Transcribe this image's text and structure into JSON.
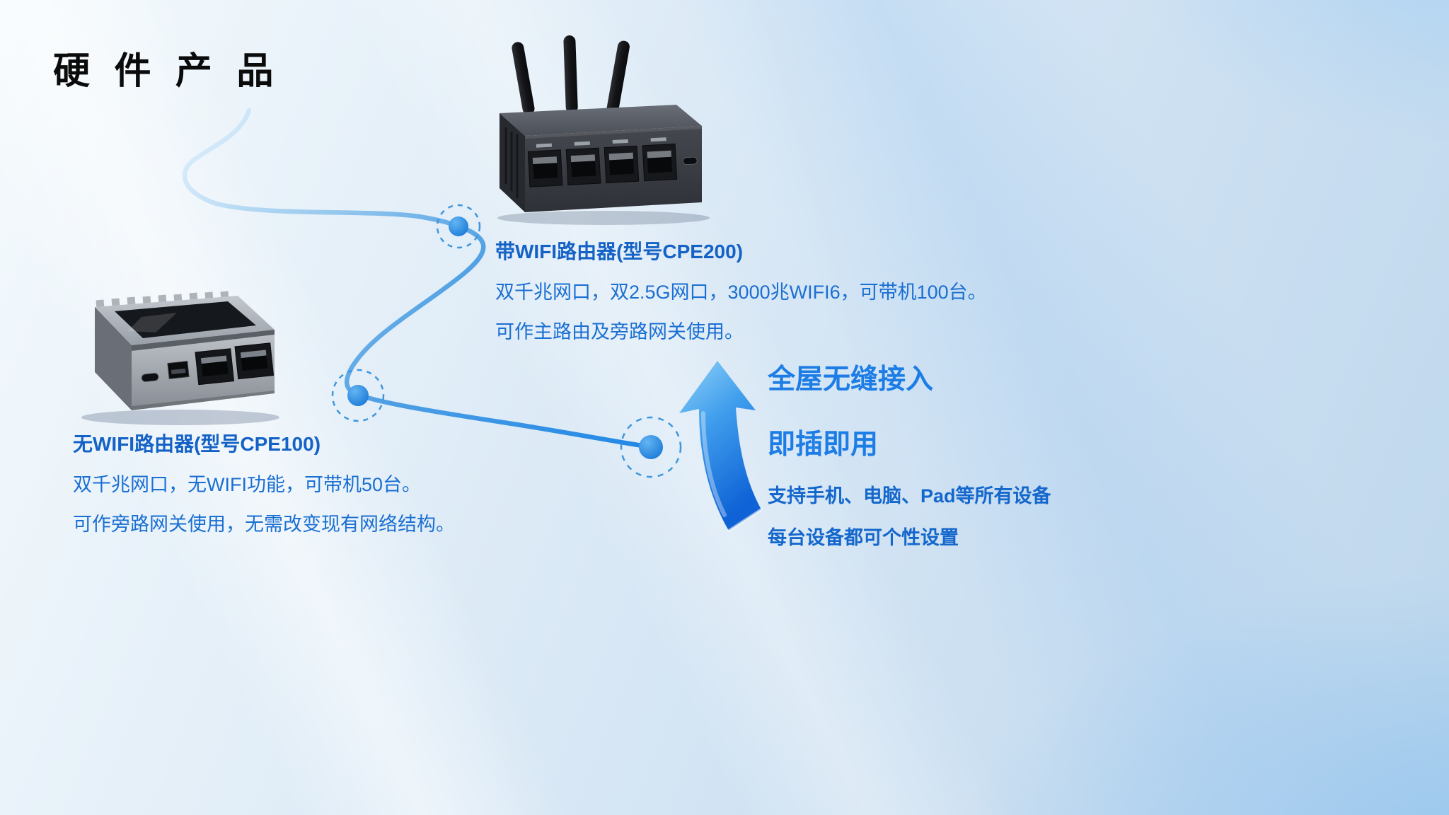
{
  "title": "硬 件 产 品",
  "cpe200": {
    "name": "带WIFI路由器(型号CPE200)",
    "line1": "双千兆网口，双2.5G网口，3000兆WIFI6，可带机100台。",
    "line2": "可作主路由及旁路网关使用。"
  },
  "cpe100": {
    "name": "无WIFI路由器(型号CPE100)",
    "line1": "双千兆网口，无WIFI功能，可带机50台。",
    "line2": "可作旁路网关使用，无需改变现有网络结构。"
  },
  "features": {
    "headline1": "全屋无缝接入",
    "headline2": "即插即用",
    "line1": "支持手机、电脑、Pad等所有设备",
    "line2": "每台设备都可个性设置"
  },
  "colors": {
    "accent_blue": "#1e86e6",
    "headline_blue": "#1d7de6",
    "body_text_blue": "#1a6fd2",
    "title_black": "#0b0b0b",
    "connector_light": "#d8ecfa"
  }
}
